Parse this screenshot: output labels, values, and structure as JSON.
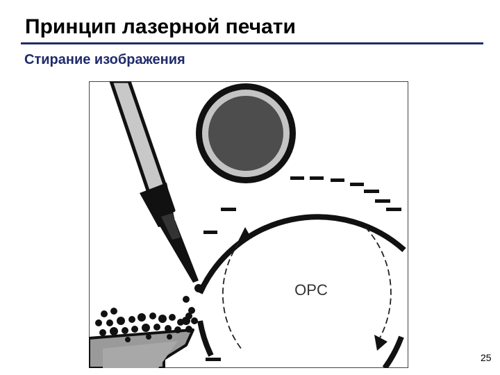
{
  "slide": {
    "title": "Принцип лазерной печати",
    "subtitle": "Стирание изображения",
    "page_number": "25"
  },
  "diagram": {
    "drum_label": "OPC",
    "colors": {
      "title_text": "#000000",
      "subtitle_text": "#1f2a6b",
      "rule": "#1f2a6b",
      "ink": "#111111",
      "roller_core": "#4d4d4d",
      "roller_ring": "#c4c4c4",
      "waste_bin": "#9a9a9a"
    }
  }
}
